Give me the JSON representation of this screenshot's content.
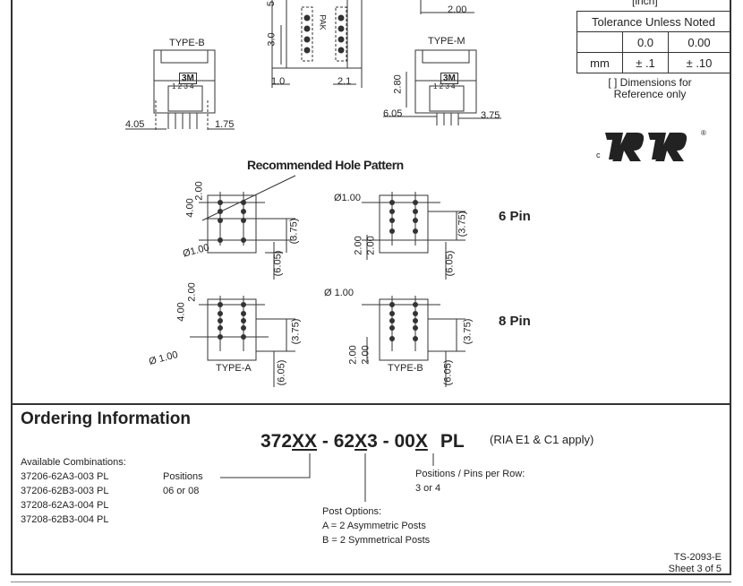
{
  "drawing_labels": {
    "type_b_top": "TYPE-B",
    "type_m_top": "TYPE-M",
    "logo_3m": "3M",
    "pin_numbers": "1 2 3 4",
    "dim_4_05": "4.05",
    "dim_1_75": "1.75",
    "dim_1_0": "1.0",
    "dim_2_1": "2.1",
    "dim_3_0": "3.0",
    "dim_5": "5",
    "dim_2_00_top": "2.00",
    "dim_2_80": "2.80",
    "dim_6_05_top": "6.05",
    "dim_3_75_top": "3.75",
    "pak_text": "PAK",
    "inch_label": "[inch]"
  },
  "tolerance": {
    "header": "Tolerance Unless Noted",
    "col1": "0.0",
    "col2": "0.00",
    "unit": "mm",
    "val1": "± .1",
    "val2": "± .10",
    "note": "[ ] Dimensions for Reference only"
  },
  "ul_mark": {
    "c": "c",
    "r": "®"
  },
  "hole_pattern": {
    "title": "Recommended Hole Pattern",
    "six_pin": "6 Pin",
    "eight_pin": "8 Pin",
    "d2_00": "2.00",
    "d4_00": "4.00",
    "phi1_00": "Ø1.00",
    "phi_1_00_spaced": "Ø 1.00",
    "ref3_75": "(3.75)",
    "ref6_05": "(6.05)",
    "type_a": "TYPE-A",
    "type_b": "TYPE-B"
  },
  "ordering": {
    "title": "Ordering Information",
    "available_label": "Available Combinations:",
    "combinations": [
      "37206-62A3-003 PL",
      "37206-62B3-003 PL",
      "37208-62A3-004 PL",
      "37208-62B3-004 PL"
    ],
    "pn_372": "372",
    "pn_xx": "XX",
    "pn_dash1": " - 62",
    "pn_x3": "X",
    "pn_3": "3",
    "pn_dash2": " - 00",
    "pn_x": "X",
    "pn_pl": "PL",
    "rohs": "(RIA E1 & C1 apply)",
    "positions_label": "Positions",
    "positions_value": "06 or 08",
    "pins_label": "Positions / Pins per Row:",
    "pins_value": "3 or 4",
    "post_label": "Post Options:",
    "post_a": "A = 2 Asymmetric Posts",
    "post_b": "B = 2 Symmetrical Posts"
  },
  "footer": {
    "doc": "TS-2093-E",
    "sheet": "Sheet 3 of 5"
  }
}
